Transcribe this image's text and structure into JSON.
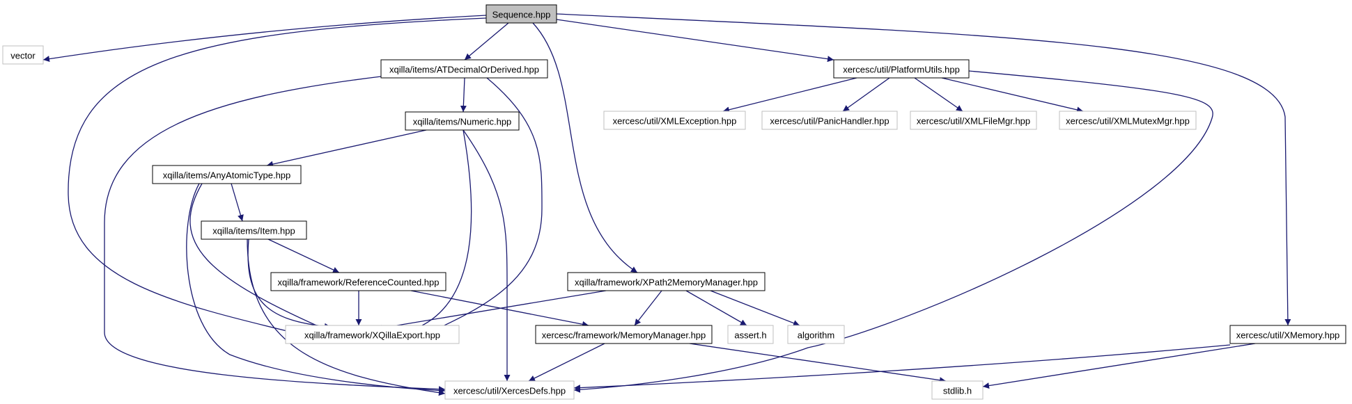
{
  "diagram": {
    "colors": {
      "edge": "#191970",
      "primary_border": "#000000",
      "secondary_border": "#bfbfbf",
      "root_fill": "#bfbfbf",
      "text": "#000000"
    },
    "nodes": [
      {
        "id": "sequence",
        "label": "Sequence.hpp",
        "kind": "root"
      },
      {
        "id": "vector",
        "label": "vector",
        "kind": "external"
      },
      {
        "id": "atdecimal",
        "label": "xqilla/items/ATDecimalOrDerived.hpp",
        "kind": "local"
      },
      {
        "id": "platformutils",
        "label": "xercesc/util/PlatformUtils.hpp",
        "kind": "local"
      },
      {
        "id": "numeric",
        "label": "xqilla/items/Numeric.hpp",
        "kind": "local"
      },
      {
        "id": "xmlexception",
        "label": "xercesc/util/XMLException.hpp",
        "kind": "external"
      },
      {
        "id": "panichandler",
        "label": "xercesc/util/PanicHandler.hpp",
        "kind": "external"
      },
      {
        "id": "xmlfilemgr",
        "label": "xercesc/util/XMLFileMgr.hpp",
        "kind": "external"
      },
      {
        "id": "xmlmutexmgr",
        "label": "xercesc/util/XMLMutexMgr.hpp",
        "kind": "external"
      },
      {
        "id": "anyatomic",
        "label": "xqilla/items/AnyAtomicType.hpp",
        "kind": "local"
      },
      {
        "id": "item",
        "label": "xqilla/items/Item.hpp",
        "kind": "local"
      },
      {
        "id": "refcounted",
        "label": "xqilla/framework/ReferenceCounted.hpp",
        "kind": "local"
      },
      {
        "id": "xpath2mm",
        "label": "xqilla/framework/XPath2MemoryManager.hpp",
        "kind": "local"
      },
      {
        "id": "xqillaexport",
        "label": "xqilla/framework/XQillaExport.hpp",
        "kind": "external"
      },
      {
        "id": "memorymanager",
        "label": "xercesc/framework/MemoryManager.hpp",
        "kind": "local"
      },
      {
        "id": "asserth",
        "label": "assert.h",
        "kind": "external"
      },
      {
        "id": "algorithm",
        "label": "algorithm",
        "kind": "external"
      },
      {
        "id": "xmemory",
        "label": "xercesc/util/XMemory.hpp",
        "kind": "local"
      },
      {
        "id": "xercesdefs",
        "label": "xercesc/util/XercesDefs.hpp",
        "kind": "external"
      },
      {
        "id": "stdlib",
        "label": "stdlib.h",
        "kind": "external"
      }
    ],
    "edges": [
      {
        "from": "sequence",
        "to": "vector"
      },
      {
        "from": "sequence",
        "to": "atdecimal"
      },
      {
        "from": "sequence",
        "to": "xqillaexport"
      },
      {
        "from": "sequence",
        "to": "xpath2mm"
      },
      {
        "from": "sequence",
        "to": "platformutils"
      },
      {
        "from": "sequence",
        "to": "xmemory"
      },
      {
        "from": "atdecimal",
        "to": "numeric"
      },
      {
        "from": "atdecimal",
        "to": "xercesdefs"
      },
      {
        "from": "atdecimal",
        "to": "xqillaexport"
      },
      {
        "from": "numeric",
        "to": "anyatomic"
      },
      {
        "from": "numeric",
        "to": "xqillaexport"
      },
      {
        "from": "numeric",
        "to": "xercesdefs"
      },
      {
        "from": "anyatomic",
        "to": "item"
      },
      {
        "from": "anyatomic",
        "to": "xqillaexport"
      },
      {
        "from": "anyatomic",
        "to": "xercesdefs"
      },
      {
        "from": "item",
        "to": "refcounted"
      },
      {
        "from": "item",
        "to": "xqillaexport"
      },
      {
        "from": "item",
        "to": "xercesdefs"
      },
      {
        "from": "refcounted",
        "to": "xqillaexport"
      },
      {
        "from": "refcounted",
        "to": "memorymanager"
      },
      {
        "from": "xpath2mm",
        "to": "xqillaexport"
      },
      {
        "from": "xpath2mm",
        "to": "memorymanager"
      },
      {
        "from": "xpath2mm",
        "to": "asserth"
      },
      {
        "from": "xpath2mm",
        "to": "algorithm"
      },
      {
        "from": "memorymanager",
        "to": "xercesdefs"
      },
      {
        "from": "memorymanager",
        "to": "stdlib"
      },
      {
        "from": "platformutils",
        "to": "xmlexception"
      },
      {
        "from": "platformutils",
        "to": "panichandler"
      },
      {
        "from": "platformutils",
        "to": "xmlfilemgr"
      },
      {
        "from": "platformutils",
        "to": "xmlmutexmgr"
      },
      {
        "from": "platformutils",
        "to": "xercesdefs"
      },
      {
        "from": "xmemory",
        "to": "xercesdefs"
      },
      {
        "from": "xmemory",
        "to": "stdlib"
      }
    ]
  }
}
